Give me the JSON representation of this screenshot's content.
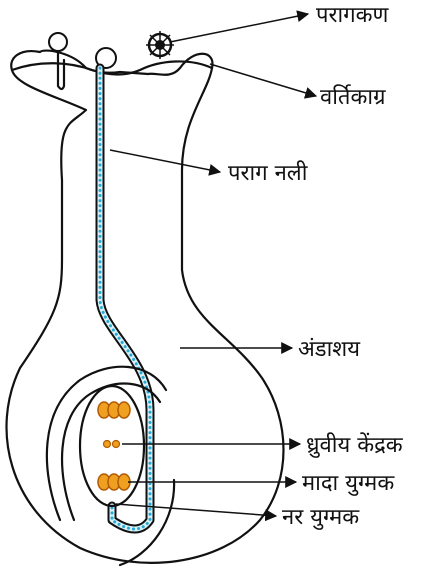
{
  "labels": {
    "pollen_grain": "परागकण",
    "stigma": "वर्तिकाग्र",
    "pollen_tube": "पराग नली",
    "ovary": "अंडाशय",
    "polar_nuclei": "ध्रुवीय केंद्रक",
    "egg": "मादा युग्मक",
    "male_gametes": "नर युग्मक"
  },
  "colors": {
    "outline": "#111111",
    "pollen_tube_fill": "#d9f1f7",
    "pollen_tube_dots": "#27a9d6",
    "nucleus_fill": "#f0a020",
    "nucleus_stroke": "#b35a00"
  }
}
